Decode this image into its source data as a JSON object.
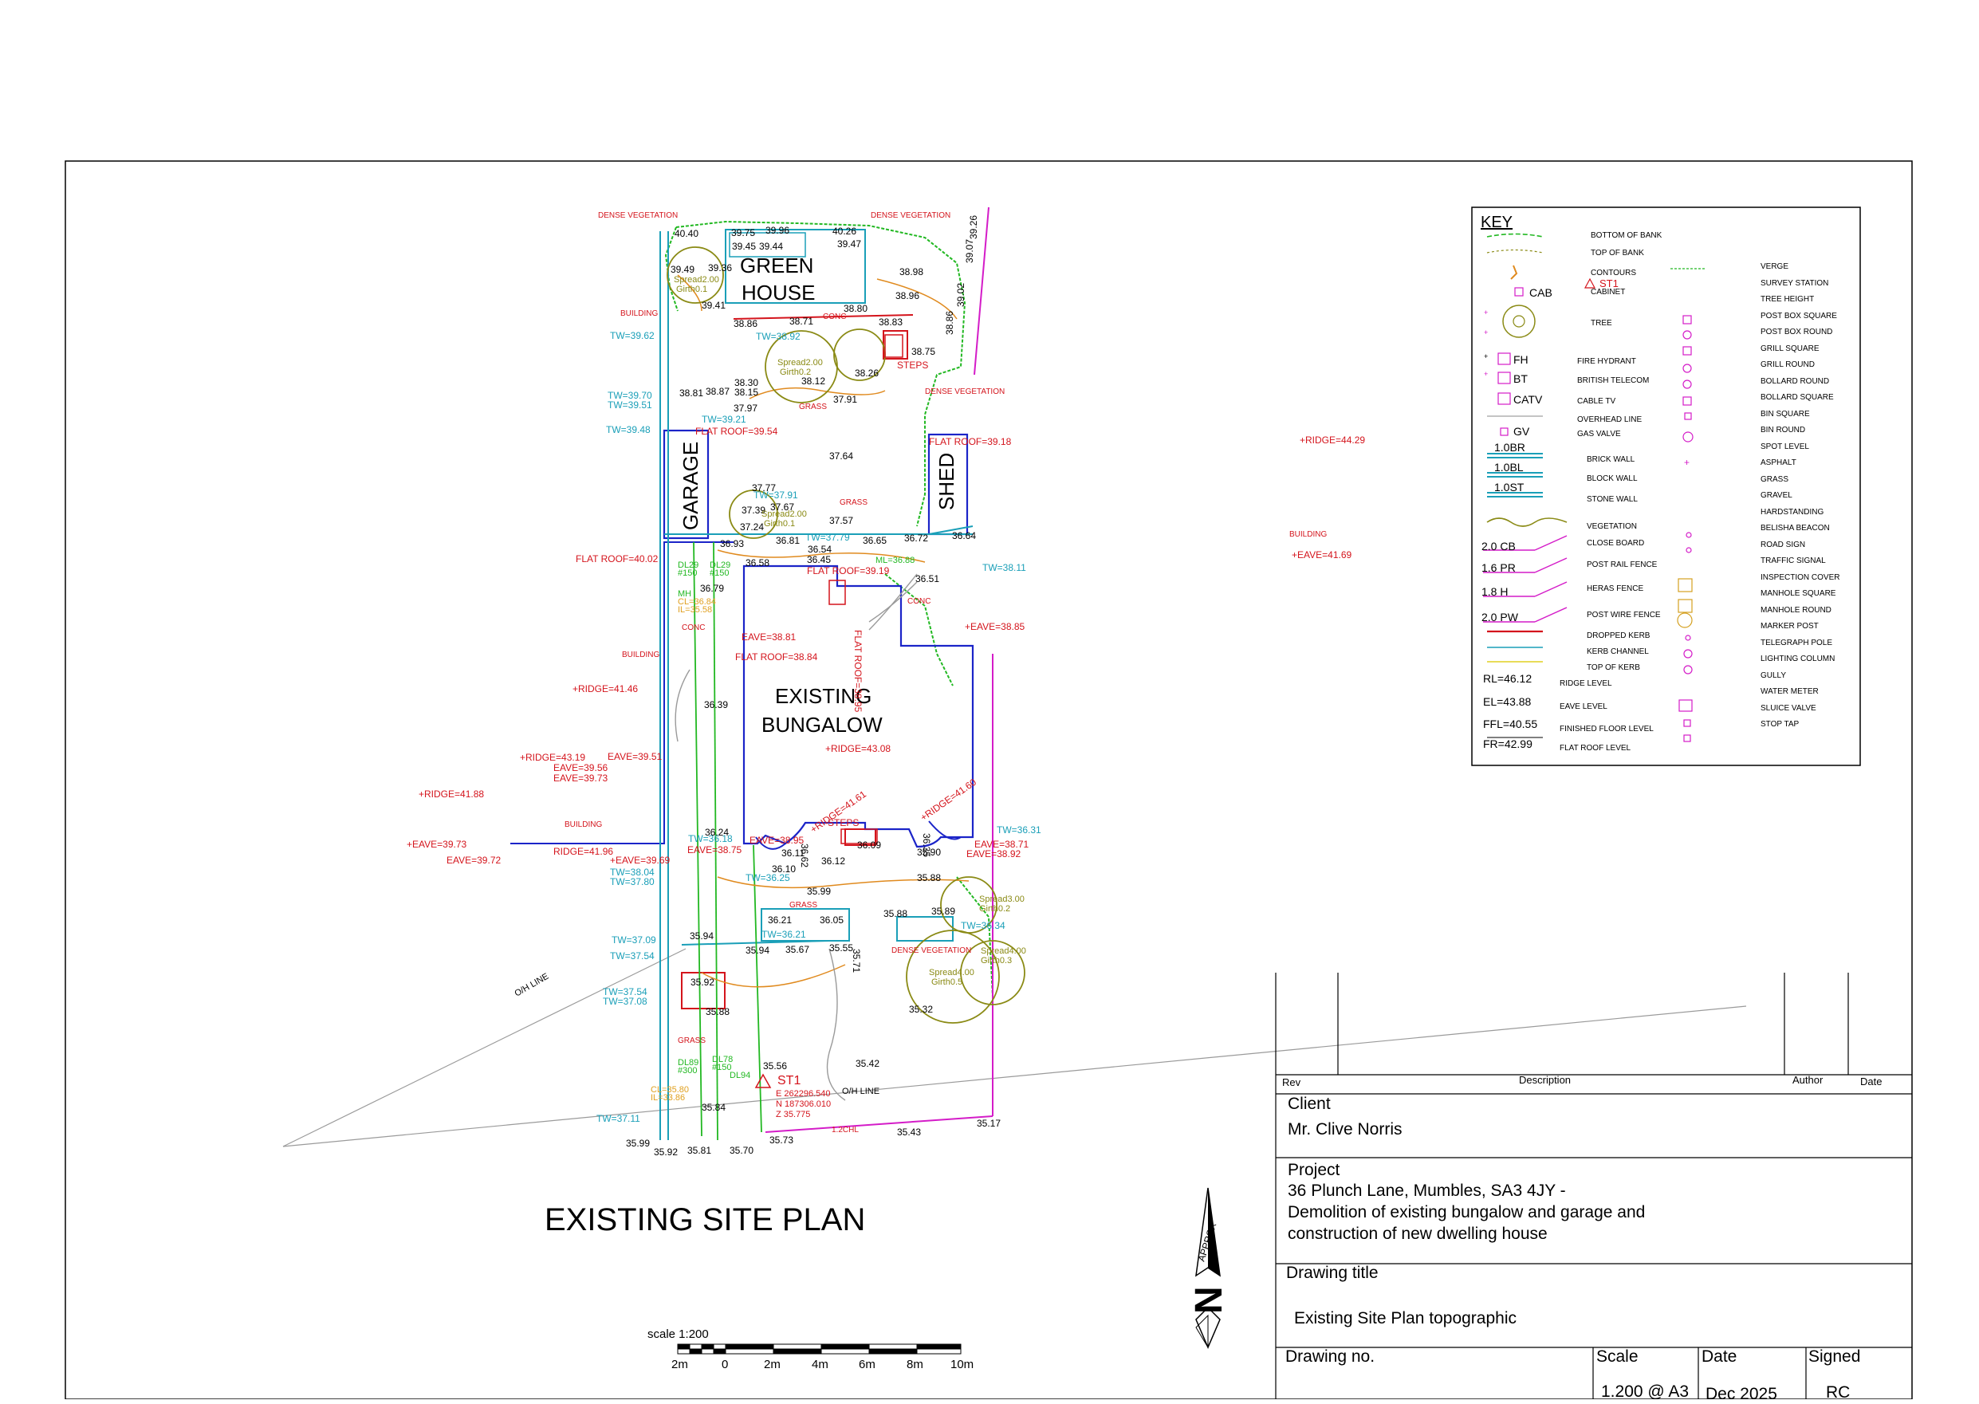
{
  "plan": {
    "title": "EXISTING SITE PLAN",
    "scale_label": "scale 1:200",
    "scale_ticks": [
      "2m",
      "0",
      "2m",
      "4m",
      "6m",
      "8m",
      "10m"
    ],
    "north_label": "APPROX",
    "north_letter": "N",
    "building_labels": {
      "greenhouse_line1": "GREEN",
      "greenhouse_line2": "HOUSE",
      "garage": "GARAGE",
      "shed": "SHED",
      "bungalow_line1": "EXISTING",
      "bungalow_line2": "BUNGALOW"
    },
    "annotations": {
      "dense_veg_1": "DENSE VEGETATION",
      "dense_veg_2": "DENSE VEGETATION",
      "dense_veg_3": "DENSE VEGETATION",
      "dense_veg_4": "DENSE VEGETATION",
      "building_1": "BUILDING",
      "building_2": "BUILDING",
      "building_3": "BUILDING",
      "building_4": "BUILDING",
      "grass_1": "GRASS",
      "grass_2": "GRASS",
      "grass_3": "GRASS",
      "grass_4": "GRASS",
      "conc_1": "CONC",
      "conc_2": "CONC",
      "conc_3": "CONC",
      "steps_1": "STEPS",
      "steps_2": "STEPS",
      "oh_line_1": "O/H LINE",
      "oh_line_2": "O/H LINE",
      "chl": "1.2CHL",
      "st1": "ST1",
      "st1_e": "E 262296.540",
      "st1_n": "N 187306.010",
      "st1_z": "Z 35.775"
    },
    "red_levels": {
      "flat_roof_1": "FLAT ROOF=39.54",
      "flat_roof_2": "FLAT ROOF=39.18",
      "flat_roof_3": "FLAT ROOF=40.02",
      "flat_roof_4": "FLAT ROOF=39.19",
      "flat_roof_5": "FLAT ROOF=38.84",
      "flat_roof_6": "FLAT ROOF=38.95",
      "ridge_1": "+RIDGE=44.29",
      "ridge_2": "+RIDGE=41.46",
      "ridge_3": "+RIDGE=43.08",
      "ridge_4": "+RIDGE=43.19",
      "ridge_5": "+RIDGE=41.88",
      "ridge_6": "RIDGE=41.96",
      "ridge_7": "+RIDGE=41.61",
      "ridge_8": "+RIDGE=41.60",
      "eave_1": "+EAVE=41.69",
      "eave_2": "+EAVE=38.85",
      "eave_3": "EAVE=38.81",
      "eave_4": "EAVE=39.51",
      "eave_5": "EAVE=39.56",
      "eave_6": "EAVE=39.73",
      "eave_7": "+EAVE=39.73",
      "eave_8": "EAVE=39.72",
      "eave_9": "+EAVE=39.69",
      "eave_10": "EAVE=38.95",
      "eave_11": "EAVE=38.75",
      "eave_12": "EAVE=38.71",
      "eave_13": "EAVE=38.92"
    },
    "cyan_levels": {
      "tw_1": "TW=39.62",
      "tw_2": "TW=39.70",
      "tw_3": "TW=39.51",
      "tw_4": "TW=39.48",
      "tw_5": "TW=38.92",
      "tw_6": "TW=39.21",
      "tw_7": "TW=37.91",
      "tw_8": "TW=37.79",
      "tw_9": "TW=38.11",
      "tw_10": "TW=36.18",
      "tw_11": "TW=36.25",
      "tw_12": "TW=38.04",
      "tw_13": "TW=37.80",
      "tw_14": "TW=37.09",
      "tw_15": "TW=37.54",
      "tw_16": "TW=37.54",
      "tw_17": "TW=37.08",
      "tw_18": "TW=37.11",
      "tw_19": "TW=36.34",
      "tw_20": "TW=36.31",
      "tw_21": "TW=36.21"
    },
    "black_levels": {
      "l_1": "40.40",
      "l_2": "39.75",
      "l_3": "39.96",
      "l_4": "40.26",
      "l_5": "39.45",
      "l_6": "39.44",
      "l_7": "39.47",
      "l_8": "39.49",
      "l_9": "39.36",
      "l_10": "38.98",
      "l_11": "38.96",
      "l_12": "39.41",
      "l_13": "38.80",
      "l_14": "38.86",
      "l_15": "38.71",
      "l_16": "38.83",
      "l_17": "38.75",
      "l_18": "38.26",
      "l_19": "38.12",
      "l_20": "38.81",
      "l_21": "38.87",
      "l_22": "38.30",
      "l_23": "38.15",
      "l_24": "37.97",
      "l_25": "37.91",
      "l_26": "37.64",
      "l_27": "37.77",
      "l_28": "37.67",
      "l_29": "37.39",
      "l_30": "37.57",
      "l_31": "37.24",
      "l_32": "36.93",
      "l_33": "36.81",
      "l_34": "36.54",
      "l_35": "36.65",
      "l_36": "36.72",
      "l_37": "36.64",
      "l_38": "36.58",
      "l_39": "36.45",
      "l_40": "36.51",
      "l_41": "36.79",
      "l_42": "36.39",
      "l_43": "36.24",
      "l_44": "36.11",
      "l_45": "36.12",
      "l_46": "35.90",
      "l_47": "35.88",
      "l_48": "35.99",
      "l_49": "36.05",
      "l_50": "35.88",
      "l_51": "35.89",
      "l_52": "36.21",
      "l_53": "35.94",
      "l_54": "35.94",
      "l_55": "35.67",
      "l_56": "35.55",
      "l_57": "35.92",
      "l_58": "35.88",
      "l_59": "35.32",
      "l_60": "35.42",
      "l_61": "35.56",
      "l_62": "35.84",
      "l_63": "35.73",
      "l_64": "35.43",
      "l_65": "35.17",
      "l_66": "35.99",
      "l_67": "35.92",
      "l_68": "35.81",
      "l_69": "35.70",
      "l_70": "39.07",
      "l_71": "39.26",
      "l_72": "39.02",
      "l_73": "38.86",
      "l_74": "36.62",
      "l_75": "36.10",
      "l_76": "36.09",
      "l_77": "35.71",
      "l_78": "36.35"
    },
    "tree_labels": {
      "t_1": "Spread2.00",
      "t_2": "Girth0.1",
      "t_3": "Spread2.00",
      "t_4": "Girth0.2",
      "t_5": "Spread2.00",
      "t_6": "Girth0.1",
      "t_7": "Spread3.00",
      "t_8": "Girth0.2",
      "t_9": "Spread4.00",
      "t_10": "Girth0.3",
      "t_11": "Spread4.00",
      "t_12": "Girth0.5"
    },
    "green_labels": {
      "g_1": "DL29",
      "g_2": "#150",
      "g_3": "DL29",
      "g_4": "#150",
      "g_5": "DL89",
      "g_6": "#300",
      "g_7": "DL78",
      "g_8": "#150",
      "g_9": "DL94",
      "g_10": "ML=36.88",
      "g_11": "MH",
      "g_12": "CL=36.84",
      "g_13": "IL=35.58",
      "g_14": "CL=35.80",
      "g_15": "IL=33.86"
    }
  },
  "key": {
    "title": "KEY",
    "left_items": [
      "BOTTOM OF BANK",
      "TOP OF BANK",
      "CONTOURS",
      "CABINET",
      "TREE",
      "FIRE HYDRANT",
      "BRITISH TELECOM",
      "CABLE TV",
      "OVERHEAD LINE",
      "GAS VALVE",
      "BRICK WALL",
      "BLOCK WALL",
      "STONE WALL",
      "VEGETATION",
      "CLOSE BOARD",
      "POST RAIL FENCE",
      "HERAS FENCE",
      "POST WIRE FENCE",
      "DROPPED KERB",
      "KERB CHANNEL",
      "TOP OF KERB",
      "RIDGE LEVEL",
      "EAVE LEVEL",
      "FINISHED FLOOR LEVEL",
      "FLAT ROOF LEVEL"
    ],
    "left_codes": {
      "cab": "CAB",
      "fh": "FH",
      "bt": "BT",
      "catv": "CATV",
      "gv": "GV",
      "br": "1.0BR",
      "bl": "1.0BL",
      "st": "1.0ST",
      "cb": "2.0 CB",
      "pr": "1.6 PR",
      "h": "1.8 H",
      "pw": "2.0 PW",
      "rl": "RL=46.12",
      "el": "EL=43.88",
      "ffl": "FFL=40.55",
      "fr": "FR=42.99"
    },
    "right_items": [
      "VERGE",
      "SURVEY STATION",
      "TREE HEIGHT",
      "POST BOX SQUARE",
      "POST BOX ROUND",
      "GRILL SQUARE",
      "GRILL ROUND",
      "BOLLARD ROUND",
      "BOLLARD SQUARE",
      "BIN SQUARE",
      "BIN ROUND",
      "SPOT LEVEL",
      "ASPHALT",
      "GRASS",
      "GRAVEL",
      "HARDSTANDING",
      "BELISHA BEACON",
      "ROAD SIGN",
      "TRAFFIC SIGNAL",
      "INSPECTION COVER",
      "MANHOLE SQUARE",
      "MANHOLE ROUND",
      "MARKER POST",
      "TELEGRAPH POLE",
      "LIGHTING COLUMN",
      "GULLY",
      "WATER METER",
      "SLUICE VALVE",
      "STOP TAP"
    ],
    "st1_code": "ST1"
  },
  "title_block": {
    "rev_header": "Rev",
    "description_header": "Description",
    "author_header": "Author",
    "date_header": "Date",
    "client_label": "Client",
    "client_value": "Mr. Clive Norris",
    "project_label": "Project",
    "project_line1": "36 Plunch Lane, Mumbles, SA3 4JY -",
    "project_line2": "Demolition of existing bungalow and garage and",
    "project_line3": "construction of new dwelling house",
    "drawing_title_label": "Drawing title",
    "drawing_title_value": "Existing Site Plan topographic",
    "drawing_no_label": "Drawing no.",
    "scale_label": "Scale",
    "scale_value": "1.200 @ A3",
    "date_label": "Date",
    "date_value": "Dec 2025",
    "signed_label": "Signed",
    "signed_value": "RC"
  },
  "colors": {
    "boundary_blue": "#1b24c8",
    "red": "#d4141c",
    "cyan": "#1a9fb8",
    "green": "#22b822",
    "olive": "#8a8a14",
    "orange": "#e08a1e",
    "magenta": "#d41cc8",
    "grey": "#9a9a9a"
  }
}
